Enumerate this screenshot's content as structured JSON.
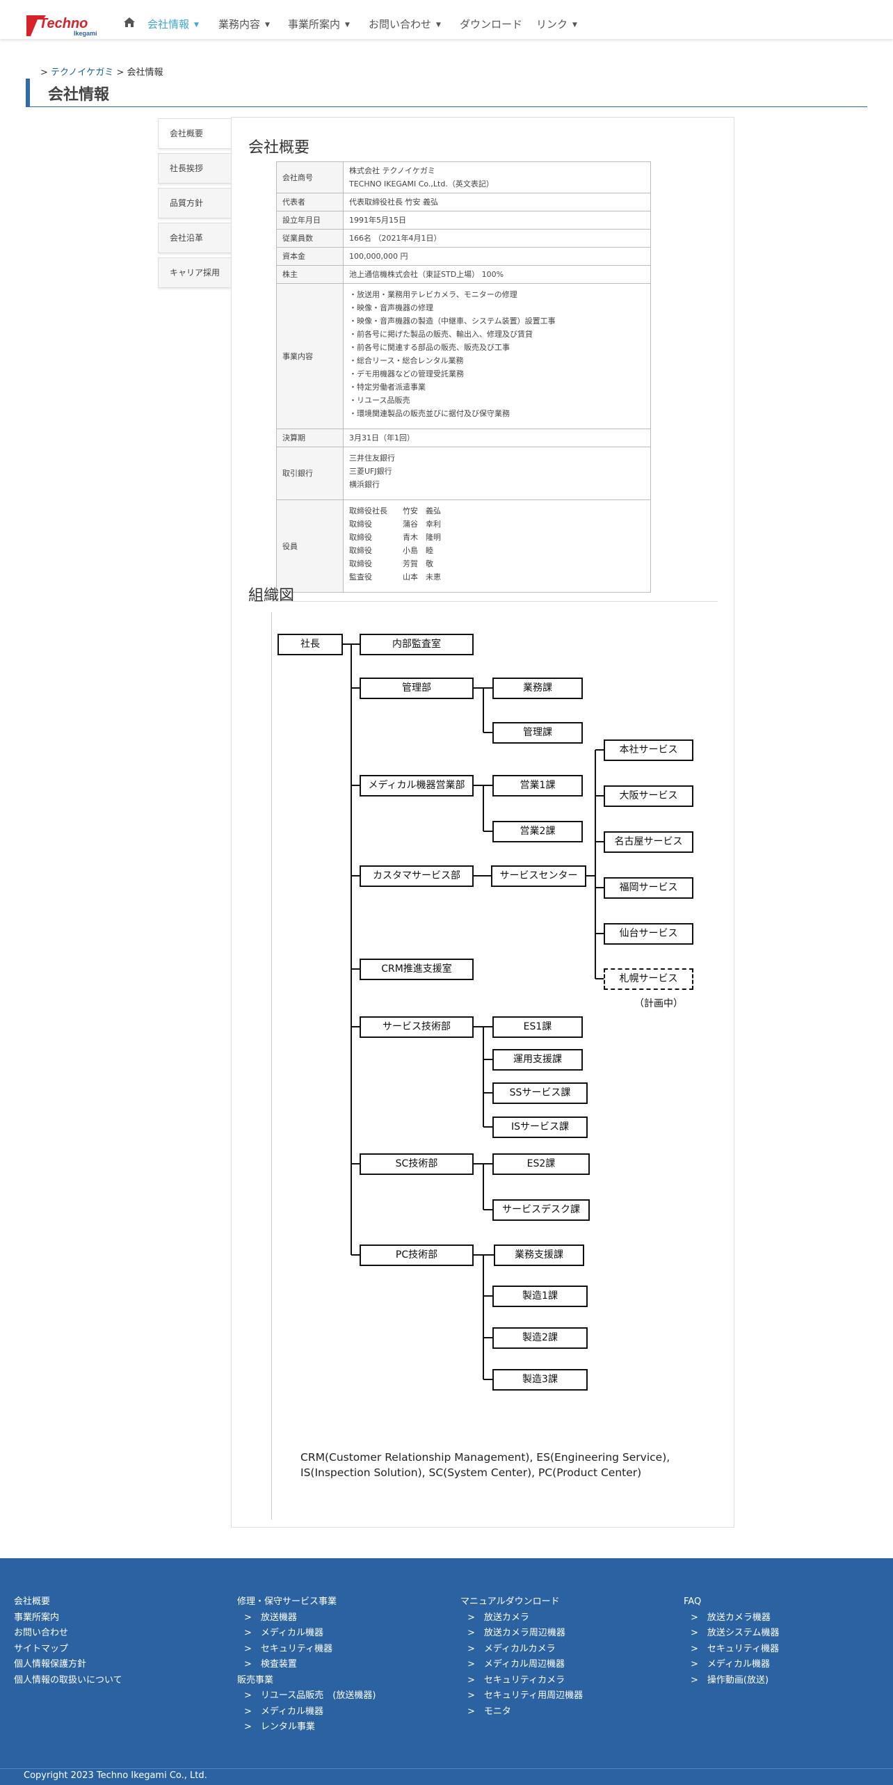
{
  "nav": {
    "logo_main": "Techno",
    "logo_sub": "Ikegami",
    "items": [
      {
        "label": "会社情報",
        "active": true,
        "dropdown": true
      },
      {
        "label": "業務内容",
        "active": false,
        "dropdown": true
      },
      {
        "label": "事業所案内",
        "active": false,
        "dropdown": true
      },
      {
        "label": "お問い合わせ",
        "active": false,
        "dropdown": true
      },
      {
        "label": "ダウンロード",
        "active": false,
        "dropdown": false
      },
      {
        "label": "リンク",
        "active": false,
        "dropdown": true
      }
    ]
  },
  "breadcrumb": {
    "sep": ">",
    "home": "テクノイケガミ",
    "current": "会社情報"
  },
  "page_title": "会社情報",
  "side_tabs": [
    "会社概要",
    "社長挨拶",
    "品質方針",
    "会社沿革",
    "キャリア採用"
  ],
  "overview": {
    "title": "会社概要",
    "rows": [
      {
        "label": "会社商号",
        "lines": [
          "株式会社 テクノイケガミ",
          "TECHNO IKEGAMI Co.,Ltd.（英文表記）"
        ]
      },
      {
        "label": "代表者",
        "lines": [
          "代表取締役社長 竹安 義弘"
        ]
      },
      {
        "label": "設立年月日",
        "lines": [
          "1991年5月15日"
        ]
      },
      {
        "label": "従業員数",
        "lines": [
          "166名 （2021年4月1日）"
        ]
      },
      {
        "label": "資本金",
        "lines": [
          "100,000,000 円"
        ]
      },
      {
        "label": "株主",
        "lines": [
          "池上通信機株式会社（東証STD上場） 100%"
        ]
      },
      {
        "label": "事業内容",
        "lines": [
          "・放送用・業務用テレビカメラ、モニターの修理",
          "・映像・音声機器の修理",
          "・映像・音声機器の製造（中継車、システム装置）設置工事",
          "・前各号に掲げた製品の販売、輸出入、修理及び賃貸",
          "・前各号に関連する部品の販売、販売及び工事",
          "・総合リース・総合レンタル業務",
          "・デモ用機器などの管理受託業務",
          "・特定労働者派遣事業",
          "・リユース品販売",
          "・環境関連製品の販売並びに据付及び保守業務"
        ]
      },
      {
        "label": "決算期",
        "lines": [
          "3月31日（年1回）"
        ]
      },
      {
        "label": "取引銀行",
        "lines": [
          "三井住友銀行",
          "三菱UFJ銀行",
          "横浜銀行"
        ]
      },
      {
        "label": "役員",
        "lines": [
          "取締役社長　　竹安　義弘",
          "取締役　　　　蒲谷　幸利",
          "取締役　　　　青木　隆明",
          "取締役　　　　小島　睦",
          "取締役　　　　芳賀　敬",
          "監査役　　　　山本　未恵"
        ]
      }
    ]
  },
  "org": {
    "title": "組織図",
    "president": "社長",
    "departments": [
      "内部監査室",
      "管理部",
      "メディカル機器営業部",
      "カスタマサービス部",
      "CRM推進支援室",
      "サービス技術部",
      "SC技術部",
      "PC技術部"
    ],
    "sections": {
      "kanri": [
        "業務課",
        "管理課"
      ],
      "medical": [
        "営業1課",
        "営業2課"
      ],
      "customer": [
        "サービスセンター"
      ],
      "service_tech": [
        "ES1課",
        "運用支援課",
        "SSサービス課",
        "ISサービス課"
      ],
      "sc": [
        "ES2課",
        "サービスデスク課"
      ],
      "pc": [
        "業務支援課",
        "製造1課",
        "製造2課",
        "製造3課"
      ]
    },
    "service_centers": [
      "本社サービス",
      "大阪サービス",
      "名古屋サービス",
      "福岡サービス",
      "仙台サービス",
      "札幌サービス"
    ],
    "planned_note": "（計画中）",
    "footnote_lines": [
      "CRM(Customer Relationship Management), ES(Engineering Service),",
      "IS(Inspection Solution), SC(System Center), PC(Product Center)"
    ]
  },
  "footer": {
    "col1": [
      "会社概要",
      "事業所案内",
      "お問い合わせ",
      "サイトマップ",
      "個人情報保護方針",
      "個人情報の取扱いについて"
    ],
    "col2": [
      {
        "text": "修理・保守サービス事業",
        "sub": false
      },
      {
        "text": ">　放送機器",
        "sub": true
      },
      {
        "text": ">　メディカル機器",
        "sub": true
      },
      {
        "text": ">　セキュリティ機器",
        "sub": true
      },
      {
        "text": ">　検査装置",
        "sub": true
      },
      {
        "text": "販売事業",
        "sub": false
      },
      {
        "text": ">　リユース品販売　(放送機器)",
        "sub": true
      },
      {
        "text": ">　メディカル機器",
        "sub": true
      },
      {
        "text": ">　レンタル事業",
        "sub": true
      }
    ],
    "col3": [
      {
        "text": "マニュアルダウンロード",
        "sub": false
      },
      {
        "text": ">　放送カメラ",
        "sub": true
      },
      {
        "text": ">　放送カメラ周辺機器",
        "sub": true
      },
      {
        "text": ">　メディカルカメラ",
        "sub": true
      },
      {
        "text": ">　メディカル周辺機器",
        "sub": true
      },
      {
        "text": ">　セキュリティカメラ",
        "sub": true
      },
      {
        "text": ">　セキュリティ用周辺機器",
        "sub": true
      },
      {
        "text": ">　モニタ",
        "sub": true
      }
    ],
    "col4": [
      {
        "text": "FAQ",
        "sub": false
      },
      {
        "text": ">　放送カメラ機器",
        "sub": true
      },
      {
        "text": ">　放送システム機器",
        "sub": true
      },
      {
        "text": ">　セキュリティ機器",
        "sub": true
      },
      {
        "text": ">　メディカル機器",
        "sub": true
      },
      {
        "text": ">　操作動画(放送)",
        "sub": true
      }
    ],
    "copyright": "Copyright 2023 Techno Ikegami Co., Ltd."
  },
  "colors": {
    "accent": "#3fa9c9",
    "brand_red": "#d8222a",
    "footer_bg": "#2b62a1",
    "title_bar": "#2f6bb0"
  }
}
